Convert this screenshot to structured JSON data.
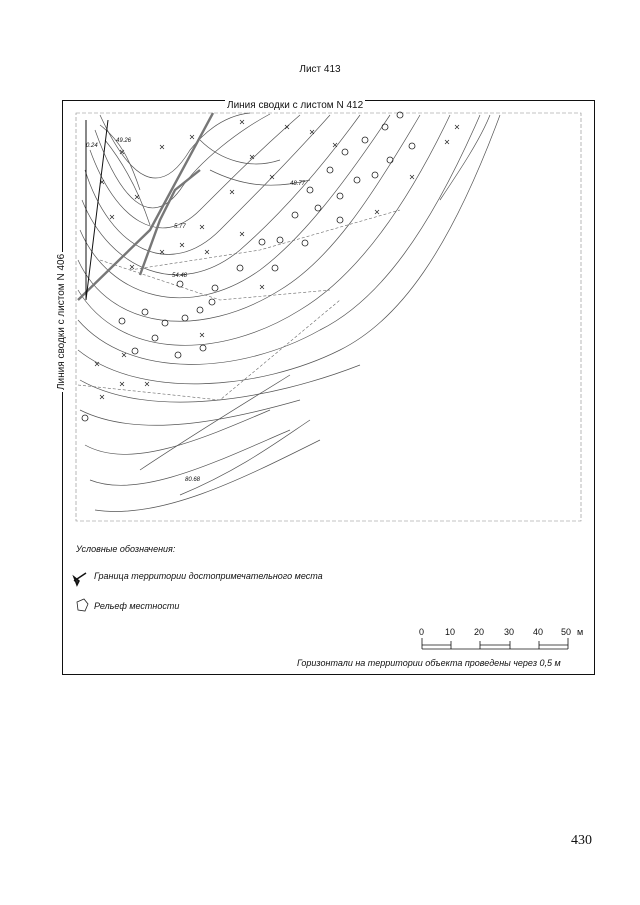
{
  "sheet_title": "Лист 413",
  "top_match_line": "Линия сводки с листом N 412",
  "left_match_line": "Линия сводки с листом N 406",
  "legend": {
    "title": "Условные обозначения:",
    "boundary_label": "Граница территории достопримечательного места",
    "relief_label": "Рельеф местности",
    "boundary_icon": "boundary-marker-icon",
    "relief_icon": "relief-circle-icon"
  },
  "scale": {
    "ticks": [
      "0",
      "10",
      "20",
      "30",
      "40",
      "50"
    ],
    "unit": "м"
  },
  "contour_note": "Горизонтали на территории объекта проведены через 0,5 м",
  "spot_heights": [
    "0.24",
    "49.26",
    "48.77",
    "5.77",
    "54.48",
    "80.68"
  ],
  "page_number": "430",
  "colors": {
    "line": "#111111",
    "contour": "#555555",
    "boundary": "#777777"
  }
}
